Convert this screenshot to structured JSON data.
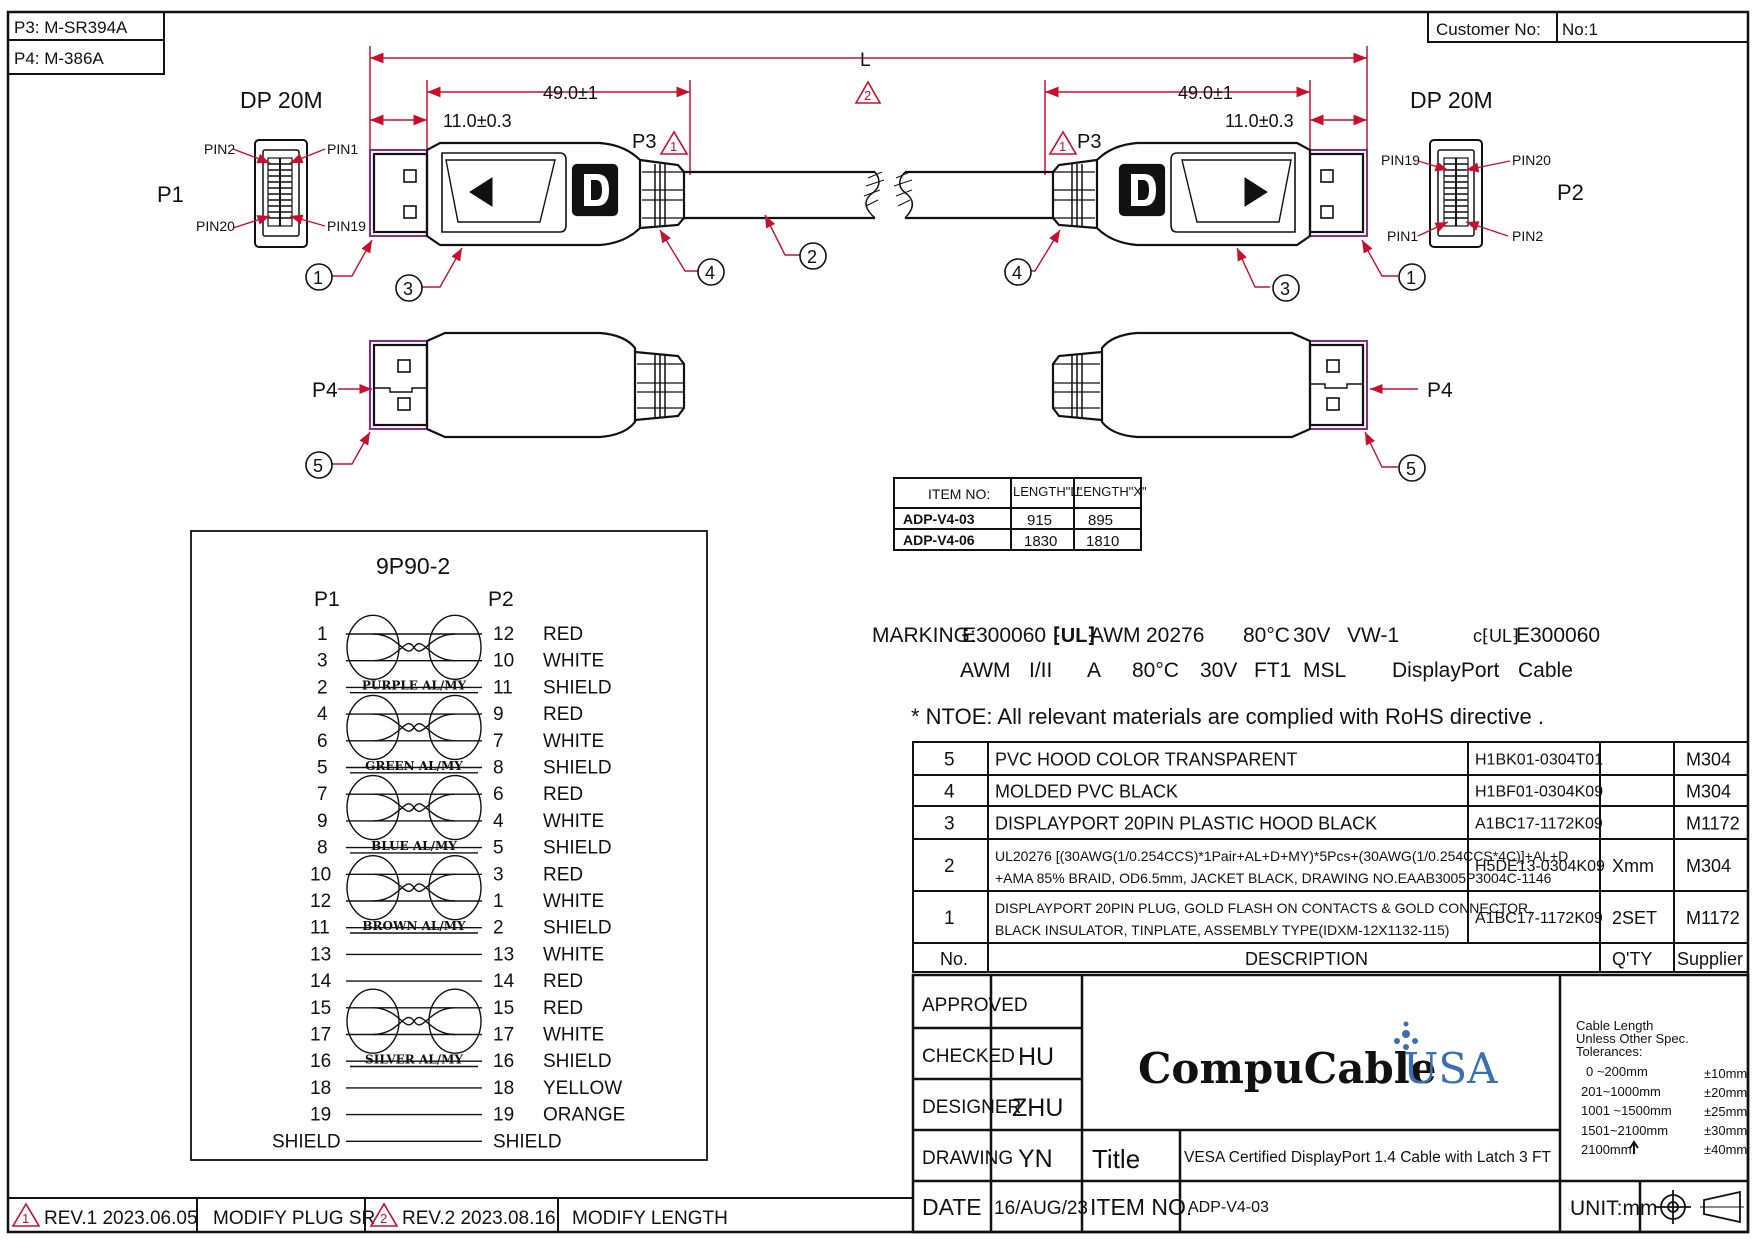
{
  "header": {
    "p3_note": "P3: M-SR394A",
    "p4_note": "P4: M-386A",
    "customer_label": "Customer No:",
    "customer_value": "No:1"
  },
  "dimensions": {
    "overall": "L",
    "plug_length": "49.0±1",
    "shell_length": "11.0±0.3"
  },
  "connectors": {
    "left_title": "DP 20M",
    "right_title": "DP 20M",
    "p1": "P1",
    "p2": "P2",
    "p3": "P3",
    "p4": "P4",
    "pins": {
      "pin1": "PIN1",
      "pin2": "PIN2",
      "pin19": "PIN19",
      "pin20": "PIN20"
    },
    "balloons": [
      "1",
      "2",
      "3",
      "4",
      "5"
    ],
    "rev_marks": [
      "1",
      "2"
    ]
  },
  "length_table": {
    "headers": [
      "ITEM NO:",
      "LENGTH\"L\"",
      "LENGTH\"X\""
    ],
    "rows": [
      [
        "ADP-V4-03",
        "915",
        "895"
      ],
      [
        "ADP-V4-06",
        "1830",
        "1810"
      ]
    ]
  },
  "wiring": {
    "title": "9P90-2",
    "p1_label": "P1",
    "p2_label": "P2",
    "rows": [
      {
        "p1": "1",
        "p2": "12",
        "color": "RED"
      },
      {
        "p1": "3",
        "p2": "10",
        "color": "WHITE"
      },
      {
        "p1": "2",
        "p2": "11",
        "color": "SHIELD"
      },
      {
        "p1": "4",
        "p2": "9",
        "color": "RED"
      },
      {
        "p1": "6",
        "p2": "7",
        "color": "WHITE"
      },
      {
        "p1": "5",
        "p2": "8",
        "color": "SHIELD"
      },
      {
        "p1": "7",
        "p2": "6",
        "color": "RED"
      },
      {
        "p1": "9",
        "p2": "4",
        "color": "WHITE"
      },
      {
        "p1": "8",
        "p2": "5",
        "color": "SHIELD"
      },
      {
        "p1": "10",
        "p2": "3",
        "color": "RED"
      },
      {
        "p1": "12",
        "p2": "1",
        "color": "WHITE"
      },
      {
        "p1": "11",
        "p2": "2",
        "color": "SHIELD"
      },
      {
        "p1": "13",
        "p2": "13",
        "color": "WHITE"
      },
      {
        "p1": "14",
        "p2": "14",
        "color": "RED"
      },
      {
        "p1": "15",
        "p2": "15",
        "color": "RED"
      },
      {
        "p1": "17",
        "p2": "17",
        "color": "WHITE"
      },
      {
        "p1": "16",
        "p2": "16",
        "color": "SHIELD"
      },
      {
        "p1": "18",
        "p2": "18",
        "color": "YELLOW"
      },
      {
        "p1": "19",
        "p2": "19",
        "color": "ORANGE"
      },
      {
        "p1": "SHIELD",
        "p2": "SHIELD",
        "color": ""
      }
    ],
    "pairs": [
      "PURPLE AL/MY",
      "GREEN AL/MY",
      "BLUE AL/MY",
      "BROWN AL/MY",
      "SILVER AL/MY"
    ]
  },
  "marking": {
    "line1": "MARKING: E300060 ⁅UL⁆ AWM 20276 80°C 30V VW-1 c⁅UL⁆ E300060",
    "line1_parts": [
      "MARKING:",
      "E300060",
      "AWM",
      "20276",
      "80°C",
      "30V",
      "VW-1",
      "E300060"
    ],
    "line2_parts": [
      "AWM",
      "I/II",
      "A",
      "80°C",
      "30V",
      "FT1",
      "MSL",
      "DisplayPort",
      "Cable"
    ],
    "note": "* NTOE: All relevant materials are complied with RoHS directive ."
  },
  "bom": {
    "headers": {
      "no": "No.",
      "description": "DESCRIPTION",
      "qty": "Q'TY",
      "supplier": "Supplier"
    },
    "rows": [
      {
        "no": "5",
        "desc1": "PVC HOOD COLOR TRANSPARENT",
        "desc2": "",
        "part": "H1BK01-0304T01",
        "qty": "",
        "supplier": "M304"
      },
      {
        "no": "4",
        "desc1": "MOLDED PVC BLACK",
        "desc2": "",
        "part": "H1BF01-0304K09",
        "qty": "",
        "supplier": "M304"
      },
      {
        "no": "3",
        "desc1": "DISPLAYPORT 20PIN PLASTIC HOOD BLACK",
        "desc2": "",
        "part": "A1BC17-1172K09",
        "qty": "",
        "supplier": "M1172"
      },
      {
        "no": "2",
        "desc1": "UL20276 [(30AWG(1/0.254CCS)*1Pair+AL+D+MY)*5Pcs+(30AWG(1/0.254CCS*4C)]+AL+D",
        "desc2": "+AMA 85% BRAID, OD6.5mm, JACKET BLACK, DRAWING NO.EAAB3005P3004C-1146",
        "part": "H5DE13-0304K09",
        "qty": "Xmm",
        "supplier": "M304"
      },
      {
        "no": "1",
        "desc1": "DISPLAYPORT 20PIN PLUG, GOLD FLASH ON CONTACTS & GOLD CONNECTOR,",
        "desc2": "BLACK INSULATOR, TINPLATE, ASSEMBLY TYPE(IDXM-12X1132-115)",
        "part": "A1BC17-1172K09",
        "qty": "2SET",
        "supplier": "M1172"
      }
    ]
  },
  "title_block": {
    "approved": "APPROVED",
    "checked": "CHECKED",
    "checked_by": "HU",
    "designer": "DESIGNER",
    "designer_by": "ZHU",
    "drawing": "DRAWING",
    "drawing_by": "YN",
    "date": "DATE",
    "date_value": "16/AUG/23",
    "item_no": "ITEM NO.",
    "item_value": "ADP-V4-03",
    "title_label": "Title",
    "title_value": "VESA Certified DisplayPort 1.4 Cable with Latch 3 FT",
    "logo_main": "CompuCable",
    "logo_usa": "USA",
    "unit": "UNIT:mm",
    "tolerance_header": [
      "Cable Length",
      "Unless Other Spec.",
      "Tolerances:"
    ],
    "tolerances": [
      {
        "range": "0 ~200mm",
        "tol": "±10mm"
      },
      {
        "range": "201~1000mm",
        "tol": "±20mm"
      },
      {
        "range": "1001 ~1500mm",
        "tol": "±25mm"
      },
      {
        "range": "1501~2100mm",
        "tol": "±30mm"
      },
      {
        "range": "2100mm",
        "tol": "±40mm"
      }
    ]
  },
  "revisions": [
    {
      "mark": "1",
      "rev": "REV.1 2023.06.05",
      "desc": "MODIFY PLUG SR"
    },
    {
      "mark": "2",
      "rev": "REV.2 2023.08.16",
      "desc": "MODIFY LENGTH"
    }
  ],
  "colors": {
    "line": "#111111",
    "dimension": "#c8102e",
    "shell": "#8e2a8e",
    "logo_blue": "#3a6fb0"
  }
}
